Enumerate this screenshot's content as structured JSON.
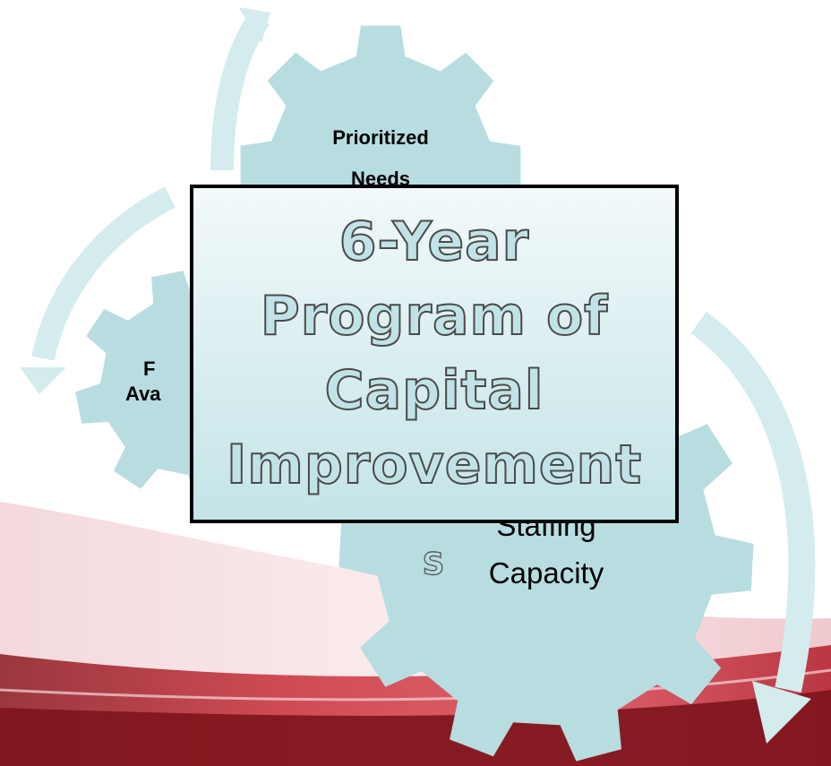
{
  "diagram": {
    "gears": [
      {
        "id": "prioritized-needs",
        "label_lines": [
          "Prioritized",
          "Needs"
        ]
      },
      {
        "id": "funds-available",
        "label_lines": [
          "F",
          "Ava"
        ]
      },
      {
        "id": "staffing-capacity",
        "label_lines": [
          "Staffing",
          "Capacity"
        ],
        "overlay_letter": "S"
      }
    ],
    "center_title": {
      "lines": [
        "6-Year",
        "Program of",
        "Capital",
        "Improvement"
      ]
    }
  },
  "colors": {
    "gear_fill": "#b7dde1",
    "arrow_fill": "#d9eef0",
    "swoosh_red": "#c8202f",
    "box_border": "#000000"
  }
}
